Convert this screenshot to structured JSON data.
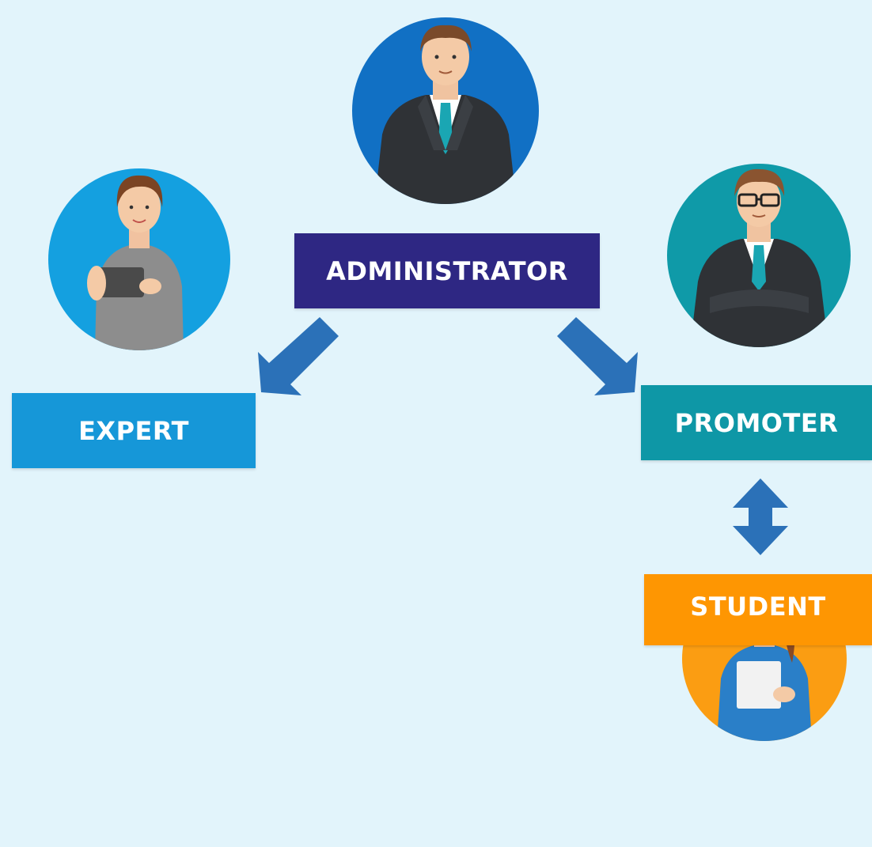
{
  "diagram": {
    "background": "#e2f4fb",
    "arrow_color": "#2b71b8",
    "roles": {
      "administrator": {
        "label": "ADMINISTRATOR",
        "box_color": "#2e2783",
        "circle_color": "#1170c4"
      },
      "expert": {
        "label": "EXPERT",
        "box_color": "#1697d8",
        "circle_color": "#14a0e0"
      },
      "promoter": {
        "label": "PROMOTER",
        "box_color": "#0e97a6",
        "circle_color": "#0f9aa8"
      },
      "student": {
        "label": "STUDENT",
        "box_color": "#fe9602",
        "circle_color": "#fb9d12"
      }
    },
    "arrows": [
      {
        "from": "administrator",
        "to": "expert",
        "direction": "one-way"
      },
      {
        "from": "administrator",
        "to": "promoter",
        "direction": "one-way"
      },
      {
        "from": "promoter",
        "to": "student",
        "direction": "two-way"
      }
    ]
  }
}
